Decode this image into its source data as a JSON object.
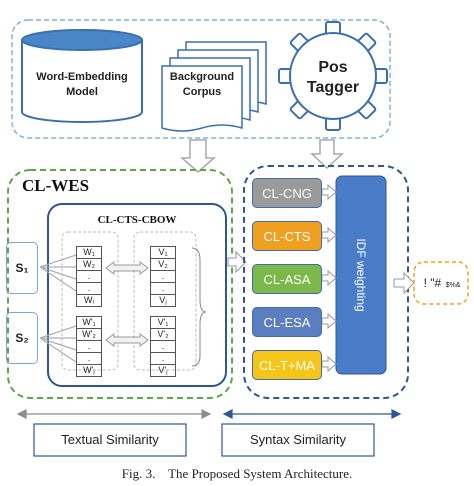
{
  "top": {
    "word_embedding": "Word-Embedding Model",
    "background_corpus": "Background Corpus",
    "pos_tagger": "Pos Tagger"
  },
  "clwes": {
    "title": "CL-WES",
    "inner_title": "CL-CTS-CBOW",
    "s1": "S₁",
    "s2": "S₂",
    "s1_vectors": [
      "W₁",
      "W₂",
      ".",
      ".",
      "Wᵢ"
    ],
    "t1_vectors": [
      "V₁",
      "V₂",
      ".",
      ".",
      "Vⱼ"
    ],
    "s2_vectors": [
      "W'₁",
      "W'₂",
      ".",
      ".",
      "W'ⱼ"
    ],
    "t2_vectors": [
      "V'₁",
      "V'₂",
      ".",
      ".",
      "V'ⱼ"
    ]
  },
  "methods": [
    "CL-CNG",
    "CL-CTS",
    "CL-ASA",
    "CL-ESA",
    "CL-T+MA"
  ],
  "method_colors": [
    "#9a9a9a",
    "#f0a020",
    "#7cb84a",
    "#5b7ec0",
    "#f5c518"
  ],
  "idf_label": "IDF weighting",
  "output_label": "! \"#",
  "output_sub": "$%&",
  "textual_similarity": "Textual Similarity",
  "syntax_similarity": "Syntax Similarity",
  "caption": "Fig. 3.    The Proposed System Architecture."
}
